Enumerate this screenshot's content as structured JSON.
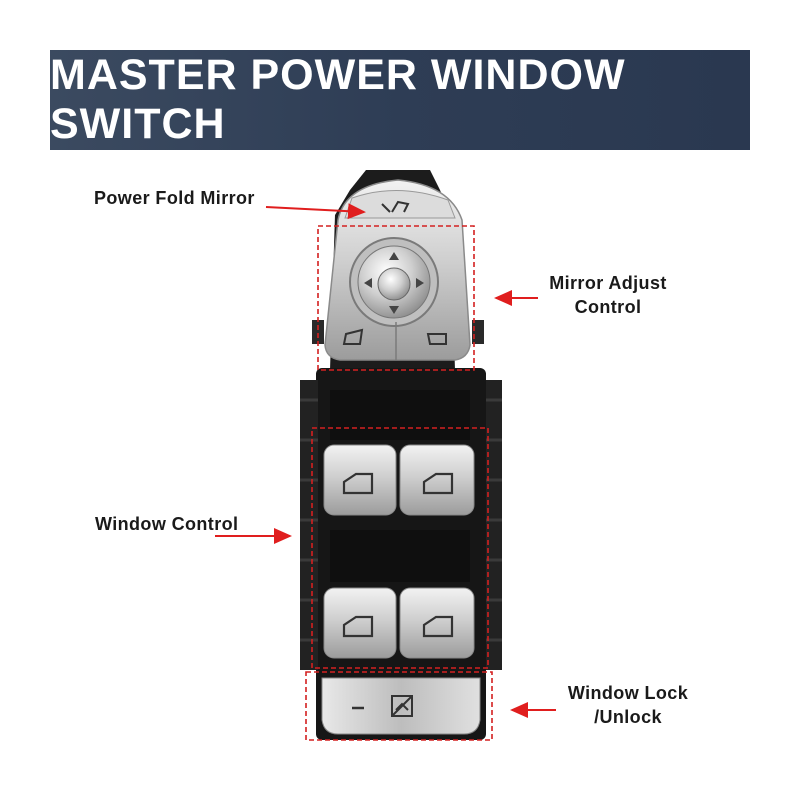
{
  "banner": {
    "title": "MASTER POWER WINDOW SWITCH"
  },
  "labels": {
    "power_fold_mirror": "Power Fold Mirror",
    "mirror_adjust_line1": "Mirror Adjust",
    "mirror_adjust_line2": "Control",
    "window_control": "Window Control",
    "window_lock_line1": "Window Lock",
    "window_lock_line2": "/Unlock"
  },
  "colors": {
    "banner": "#2e3d55",
    "arrow": "#e01e1e",
    "chrome": "#c8c8c8",
    "housing": "#1a1a1a"
  },
  "icons": [
    "mirror-fold-icon",
    "mirror-left-icon",
    "mirror-right-icon",
    "window-icon",
    "lock-window-icon"
  ]
}
